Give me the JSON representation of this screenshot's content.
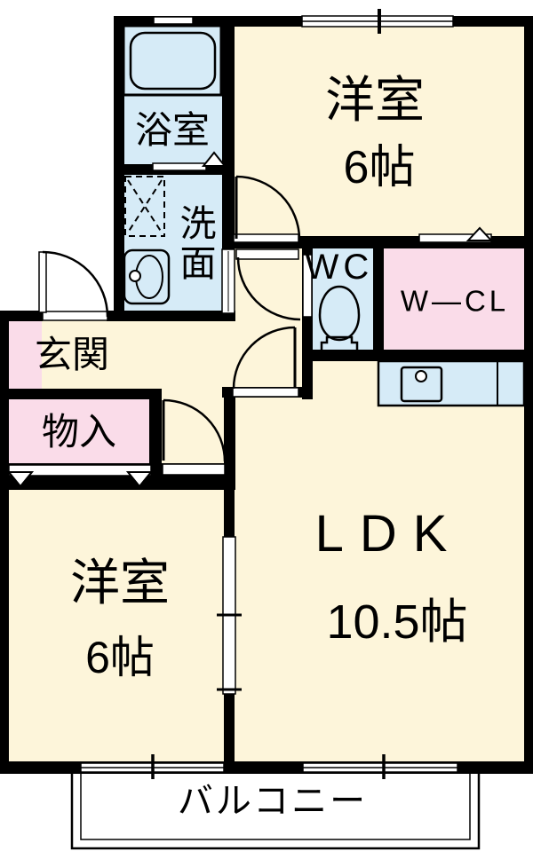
{
  "rooms": {
    "bath": {
      "label": "浴室"
    },
    "washroom": {
      "label": "洗面"
    },
    "toilet_room": {
      "label": "WC"
    },
    "walk_in_closet": {
      "label": "W—CL"
    },
    "entrance": {
      "label": "玄関"
    },
    "storage": {
      "label": "物入"
    },
    "bedroom_upper": {
      "label": "洋室",
      "size": "6帖"
    },
    "bedroom_lower": {
      "label": "洋室",
      "size": "6帖"
    },
    "ldk": {
      "label": "LDK",
      "size": "10.5帖"
    },
    "balcony": {
      "label": "バルコニー"
    }
  },
  "colors": {
    "wall": "#000000",
    "floor_cream": "#fdf5da",
    "wet_area_blue": "#d6ebf7",
    "closet_pink": "#fadce9",
    "background": "#ffffff"
  },
  "fixtures": {
    "bathtub": "bathtub-icon",
    "washing_machine_pan": "washing-machine-pan-icon",
    "washbasin": "washbasin-icon",
    "toilet": "toilet-icon",
    "kitchen_sink": "kitchen-sink-icon"
  }
}
